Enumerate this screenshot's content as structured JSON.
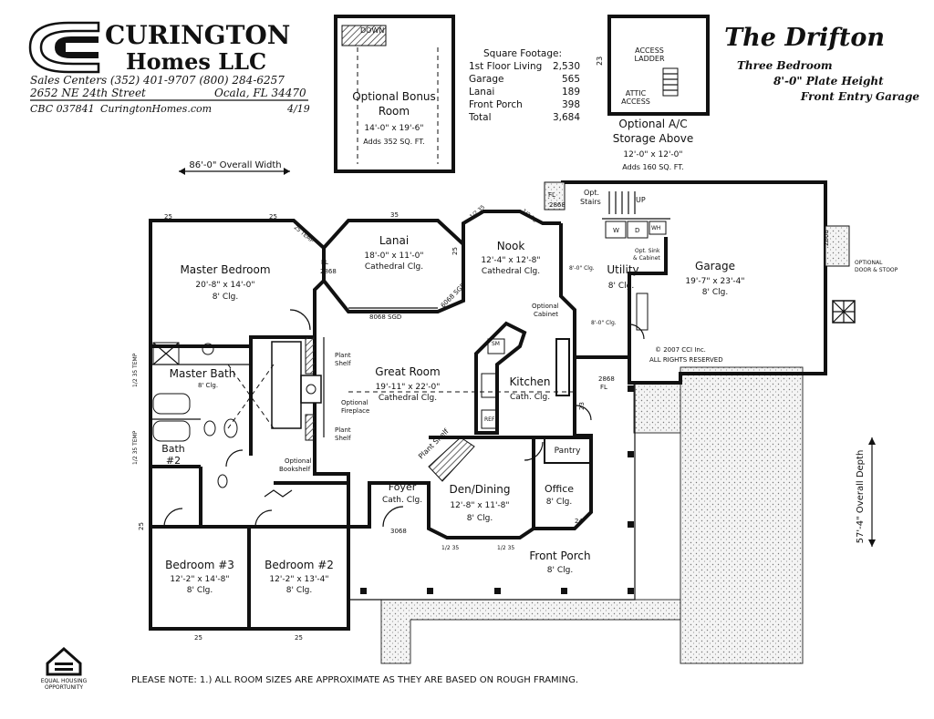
{
  "company": {
    "name_line1": "CURINGTON",
    "name_line2": "Homes LLC",
    "phone_line": "Sales Centers  (352) 401-9707 (800) 284-6257",
    "address": "2652 NE 24th Street",
    "city": "Ocala, FL 34470",
    "license": "CBC 037841",
    "website": "CuringtonHomes.com",
    "date": "4/19"
  },
  "plan": {
    "name": "The Drifton",
    "spec1": "Three Bedroom",
    "spec2": "8'-0\" Plate Height",
    "spec3": "Front Entry Garage"
  },
  "square_footage": {
    "heading": "Square Footage:",
    "rows": [
      {
        "label": "1st Floor Living",
        "value": "2,530"
      },
      {
        "label": "Garage",
        "value": "565"
      },
      {
        "label": "Lanai",
        "value": "189"
      },
      {
        "label": "Front Porch",
        "value": "398"
      },
      {
        "label": "Total",
        "value": "3,684"
      }
    ]
  },
  "bonus_room": {
    "label1": "Optional Bonus",
    "label2": "Room",
    "size": "14'-0\" x 19'-6\"",
    "adds": "Adds 352 SQ. FT.",
    "down": "DOWN"
  },
  "ac_storage": {
    "ladder1": "ACCESS",
    "ladder2": "LADDER",
    "attic1": "ATTIC",
    "attic2": "ACCESS",
    "dim": "23",
    "label1": "Optional A/C",
    "label2": "Storage Above",
    "size": "12'-0\" x 12'-0\"",
    "adds": "Adds 160 SQ. FT."
  },
  "dimensions": {
    "overall_width": "86'-0\" Overall Width",
    "overall_depth": "57'-4\" Overall Depth"
  },
  "rooms": {
    "master_bedroom": {
      "name": "Master Bedroom",
      "size": "20'-8\" x 14'-0\"",
      "ceiling": "8' Clg."
    },
    "lanai": {
      "name": "Lanai",
      "size": "18'-0\" x 11'-0\"",
      "ceiling": "Cathedral Clg."
    },
    "nook": {
      "name": "Nook",
      "size": "12'-4\" x 12'-8\"",
      "ceiling": "Cathedral Clg."
    },
    "utility": {
      "name": "Utility",
      "ceiling": "8' Clg."
    },
    "garage": {
      "name": "Garage",
      "size": "19'-7\" x 23'-4\"",
      "ceiling": "8' Clg."
    },
    "master_bath": {
      "name": "Master Bath",
      "ceiling": "8' Clg."
    },
    "great_room": {
      "name": "Great Room",
      "size": "19'-11\" x 22'-0\"",
      "ceiling": "Cathedral Clg."
    },
    "kitchen": {
      "name": "Kitchen",
      "ceiling": "Cath. Clg."
    },
    "bath2": {
      "name": "Bath",
      "num": "#2"
    },
    "foyer": {
      "name": "Foyer",
      "ceiling": "Cath. Clg."
    },
    "den_dining": {
      "name": "Den/Dining",
      "size": "12'-8\" x 11'-8\"",
      "ceiling": "8' Clg."
    },
    "office": {
      "name": "Office",
      "ceiling": "8' Clg."
    },
    "pantry": {
      "name": "Pantry"
    },
    "bedroom3": {
      "name": "Bedroom #3",
      "size": "12'-2\" x 14'-8\"",
      "ceiling": "8' Clg."
    },
    "bedroom2": {
      "name": "Bedroom #2",
      "size": "12'-2\" x 13'-4\"",
      "ceiling": "8' Clg."
    },
    "front_porch": {
      "name": "Front Porch",
      "ceiling": "8' Clg."
    }
  },
  "annotations": {
    "plant_shelf": "Plant Shelf",
    "plant_shelf2": "Plant",
    "plant_shelf3": "Shelf",
    "optional_fireplace1": "Optional",
    "optional_fireplace2": "Fireplace",
    "optional_bookshelf1": "Optional",
    "optional_bookshelf2": "Bookshelf",
    "optional_cabinet1": "Optional",
    "optional_cabinet2": "Cabinet",
    "opt_stairs1": "Opt.",
    "opt_stairs2": "Stairs",
    "up": "UP",
    "opt_sink1": "Opt. Sink",
    "opt_sink2": "& Cabinet",
    "optional_door1": "OPTIONAL",
    "optional_door2": "DOOR & STOOP",
    "copyright1": "© 2007 CCI Inc.",
    "copyright2": "ALL RIGHTS RESERVED",
    "door_8068": "8068 SGD",
    "door_6068": "6068 SGD",
    "door_3068": "3068",
    "door_2868": "2868",
    "fl": "FL",
    "clg_8": "8'-0\" Clg.",
    "sm": "SM",
    "ref": "REF",
    "w": "W",
    "d": "D",
    "wh": "WH"
  },
  "window_labels": {
    "w25": "25",
    "w35": "35",
    "w24": "24",
    "w23": "23",
    "w1235": "1/2 35",
    "w1235temp": "1/2 35 TEMP",
    "w25temp": "25 TEMP"
  },
  "footer": {
    "note": "PLEASE NOTE: 1.)  ALL ROOM SIZES ARE APPROXIMATE AS THEY ARE BASED ON ROUGH FRAMING.",
    "eho1": "EQUAL HOUSING",
    "eho2": "OPPORTUNITY"
  }
}
